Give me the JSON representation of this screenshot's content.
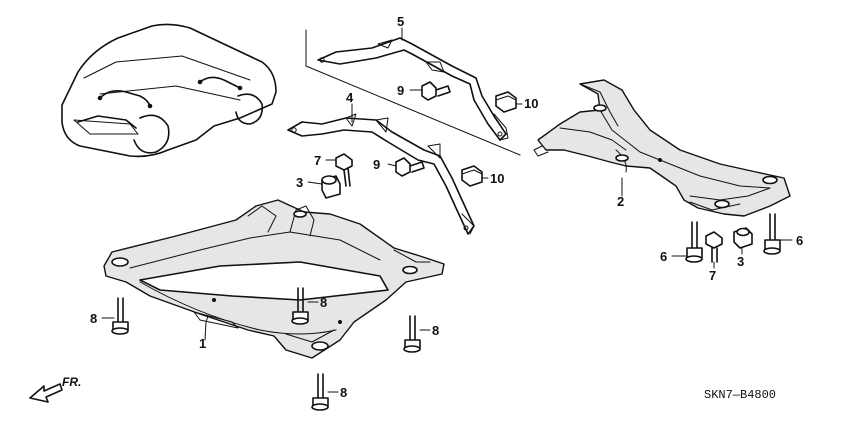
{
  "callouts": {
    "1": "1",
    "2": "2",
    "3": "3",
    "4": "4",
    "5": "5",
    "6": "6",
    "7": "7",
    "8": "8",
    "9": "9",
    "10": "10"
  },
  "front_label": "FR.",
  "diagram_code": "SKN7—B4800"
}
